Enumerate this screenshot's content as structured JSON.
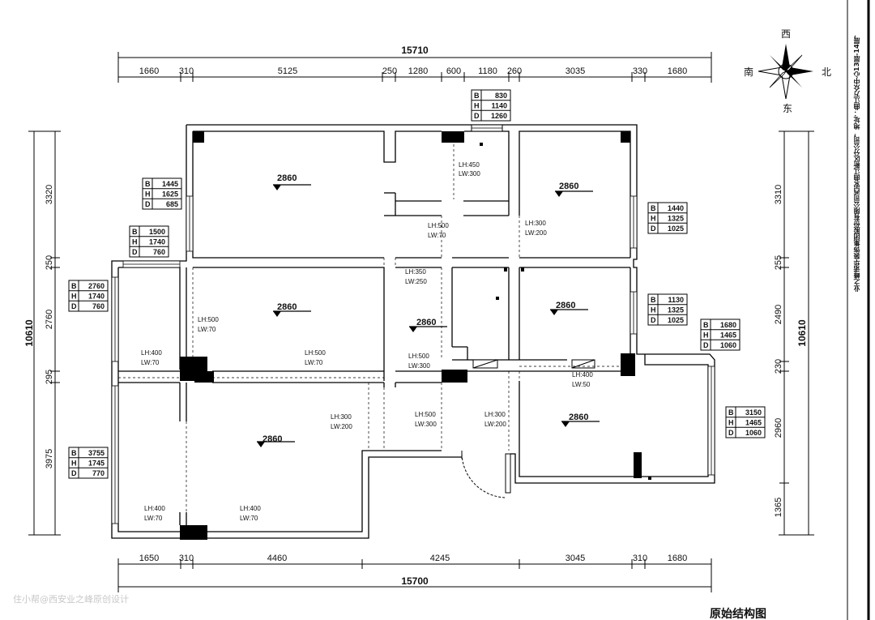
{
  "title": "原始结构图",
  "watermark": "住小帮@西安业之峰原创设计",
  "side_text": "业之峰诺华装饰集团股份有限公司西安曲江新区分公司，地址：曲江万众中心13层-14层，设计师：张洪涛 联系电话：18391080000",
  "compass": {
    "north": "北",
    "south": "南",
    "east": "东",
    "west": "西"
  },
  "top_dims": {
    "total": "15710",
    "segments": [
      "1660",
      "310",
      "5125",
      "250",
      "1280",
      "600",
      "1180",
      "260",
      "3035",
      "330",
      "1680"
    ]
  },
  "bottom_dims": {
    "total": "15700",
    "segments": [
      "1650",
      "310",
      "4460",
      "4245",
      "3045",
      "310",
      "1680"
    ]
  },
  "left_dims": {
    "total": "10610",
    "segments": [
      "3320",
      "250",
      "2760",
      "295",
      "3975"
    ]
  },
  "right_dims": {
    "total": "10610",
    "segments": [
      "3310",
      "255",
      "2490",
      "230",
      "2960",
      "1365"
    ]
  },
  "ceiling_heights": [
    "2860",
    "2860",
    "2860",
    "2860",
    "2860",
    "2860",
    "2860"
  ],
  "openings": [
    {
      "lh": "LH:450",
      "lw": "LW:300"
    },
    {
      "lh": "LH:500",
      "lw": "LW:70"
    },
    {
      "lh": "LH:300",
      "lw": "LW:200"
    },
    {
      "lh": "LH:350",
      "lw": "LW:250"
    },
    {
      "lh": "LH:500",
      "lw": "LW:70"
    },
    {
      "lh": "LH:400",
      "lw": "LW:70"
    },
    {
      "lh": "LH:500",
      "lw": "LW:70"
    },
    {
      "lh": "LH:500",
      "lw": "LW:300"
    },
    {
      "lh": "LH:400",
      "lw": "LW:50"
    },
    {
      "lh": "LH:300",
      "lw": "LW:200"
    },
    {
      "lh": "LH:500",
      "lw": "LW:300"
    },
    {
      "lh": "LH:300",
      "lw": "LW:200"
    },
    {
      "lh": "LH:400",
      "lw": "LW:70"
    },
    {
      "lh": "LH:400",
      "lw": "LW:70"
    }
  ],
  "windows": [
    {
      "B": "830",
      "H": "1140",
      "D": "1260"
    },
    {
      "B": "1445",
      "H": "1625",
      "D": "685"
    },
    {
      "B": "1500",
      "H": "1740",
      "D": "760"
    },
    {
      "B": "2760",
      "H": "1740",
      "D": "760"
    },
    {
      "B": "1440",
      "H": "1325",
      "D": "1025"
    },
    {
      "B": "1130",
      "H": "1325",
      "D": "1025"
    },
    {
      "B": "1680",
      "H": "1465",
      "D": "1060"
    },
    {
      "B": "3150",
      "H": "1465",
      "D": "1060"
    },
    {
      "B": "3755",
      "H": "1745",
      "D": "770"
    }
  ],
  "window_keys": [
    "B",
    "H",
    "D"
  ]
}
